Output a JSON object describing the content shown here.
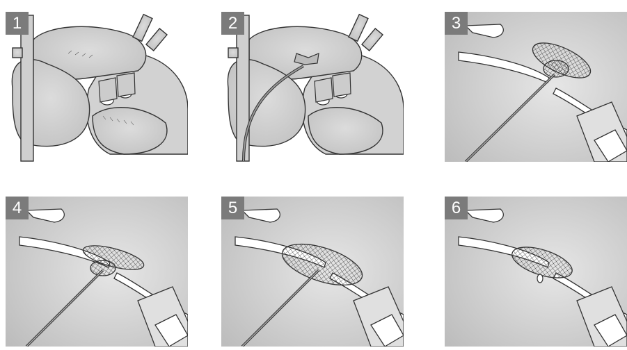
{
  "figure": {
    "panels": [
      {
        "number": "1"
      },
      {
        "number": "2"
      },
      {
        "number": "3"
      },
      {
        "number": "4"
      },
      {
        "number": "5"
      },
      {
        "number": "6"
      }
    ]
  }
}
